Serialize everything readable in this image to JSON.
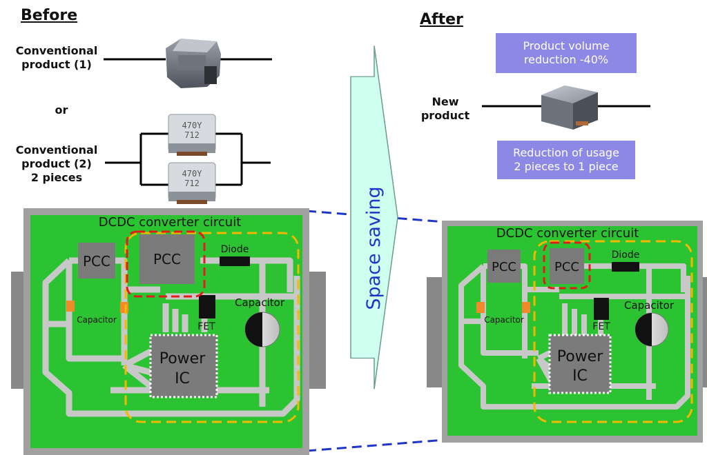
{
  "before": {
    "heading": "Before",
    "conventional_1": [
      "Conventional",
      "product (1)"
    ],
    "or": "or",
    "conventional_2": [
      "Conventional",
      "product (2)",
      "2 pieces"
    ]
  },
  "after": {
    "heading": "After",
    "volume_box": [
      "Product volume",
      "reduction -40%"
    ],
    "new_product": [
      "New",
      "product"
    ],
    "usage_box": [
      "Reduction of usage",
      "2 pieces to 1 piece"
    ]
  },
  "arrow": {
    "label": "Space saving",
    "color": "#cfffee"
  },
  "circuit": {
    "title": "DCDC converter circuit",
    "pcc": "PCC",
    "diode": "Diode",
    "fet": "FET",
    "capacitor": "Capacitor",
    "capacitor_small": "Capacitor",
    "power_ic": [
      "Power",
      "IC"
    ],
    "board_color": "#2bc331",
    "trace_color": "#c8c8c8",
    "frame_color": "#a0a0a0",
    "highlight_red": "#e21b1b",
    "highlight_orange": "#f3b800",
    "zoom_line_color": "#1f35c9"
  }
}
